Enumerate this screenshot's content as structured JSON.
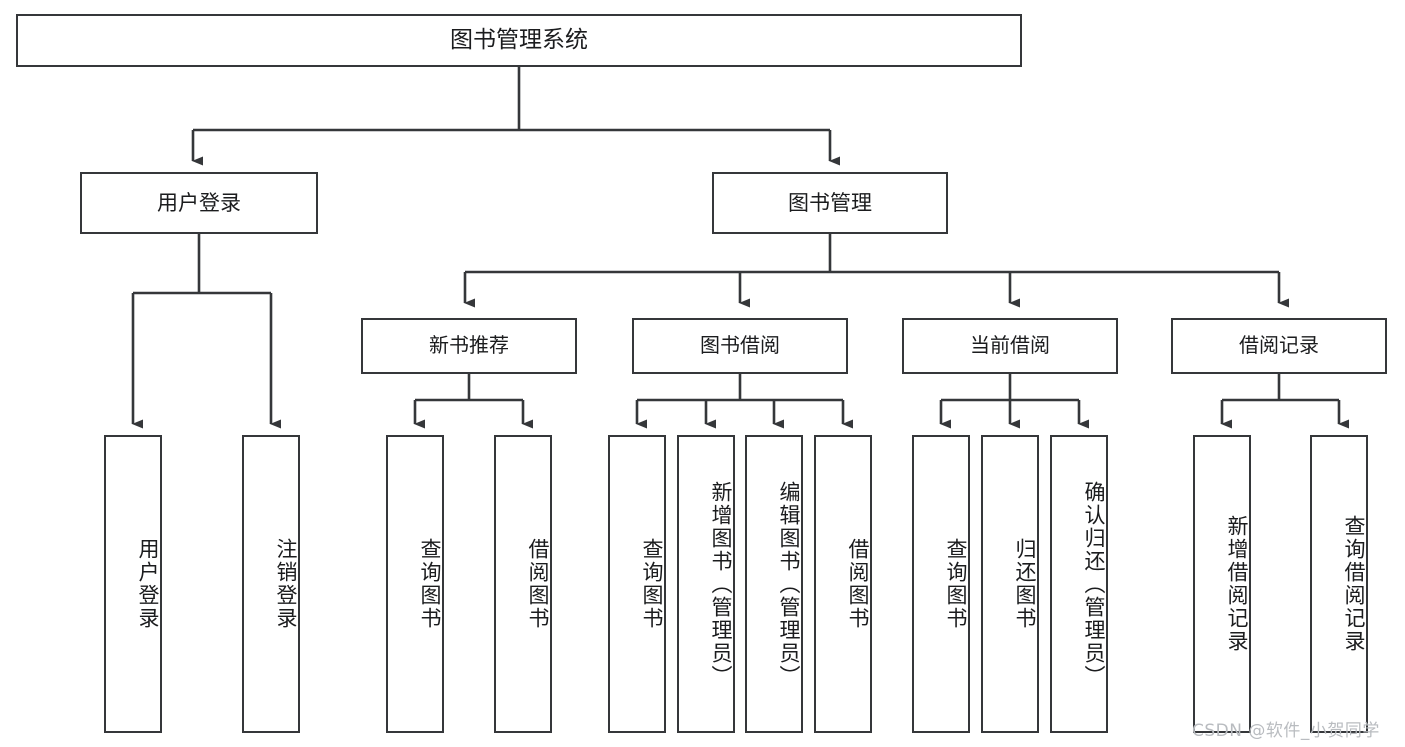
{
  "diagram": {
    "title": "图书管理系统",
    "root": {
      "label": "图书管理系统"
    },
    "level1": [
      {
        "label": "用户登录"
      },
      {
        "label": "图书管理"
      }
    ],
    "level2": [
      {
        "label": "新书推荐"
      },
      {
        "label": "图书借阅"
      },
      {
        "label": "当前借阅"
      },
      {
        "label": "借阅记录"
      }
    ],
    "leaves": [
      {
        "label": "用户登录"
      },
      {
        "label": "注销登录"
      },
      {
        "label": "查询图书"
      },
      {
        "label": "借阅图书"
      },
      {
        "label": "查询图书"
      },
      {
        "label": "新增图书（管理员）"
      },
      {
        "label": "编辑图书（管理员）"
      },
      {
        "label": "借阅图书"
      },
      {
        "label": "查询图书"
      },
      {
        "label": "归还图书"
      },
      {
        "label": "确认归还（管理员）"
      },
      {
        "label": "新增借阅记录"
      },
      {
        "label": "查询借阅记录"
      }
    ]
  },
  "watermark": {
    "text": "CSDN @软件_小贺同学"
  },
  "colors": {
    "stroke": "#35373a",
    "fill": "#ffffff",
    "text": "#1b1c1e",
    "watermark": "#b9bcc0"
  }
}
